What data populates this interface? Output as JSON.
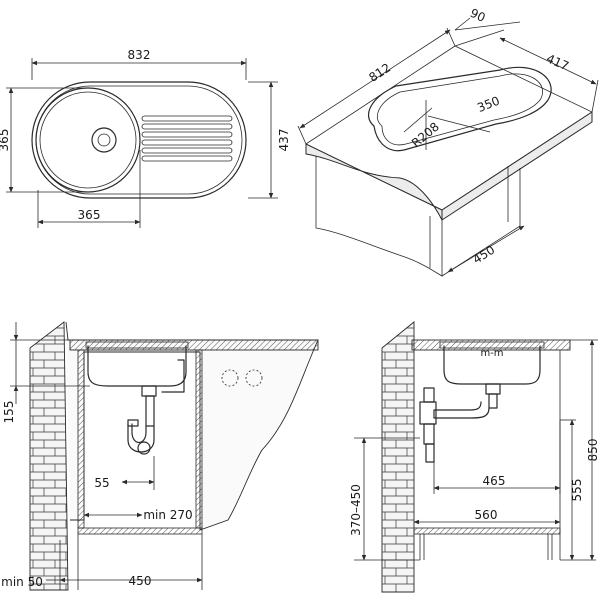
{
  "top_view": {
    "width": "832",
    "depth": "437",
    "bowl_depth": "365",
    "bowl_width": "365"
  },
  "iso_view": {
    "length": "812",
    "depth": "417",
    "bowl_height": "90",
    "bowl_radius": "R208",
    "drainer_width": "350",
    "cabinet_depth": "450"
  },
  "front_section": {
    "height": "155",
    "trap_offset": "55",
    "min_width": "min 270",
    "min_wall": "min 50",
    "cabinet_width": "450"
  },
  "side_section": {
    "drain_height": "370–450",
    "trap_distance": "465",
    "cabinet_depth": "560",
    "cabinet_height": "555",
    "total_height": "850",
    "bowl_label": "m-m"
  }
}
